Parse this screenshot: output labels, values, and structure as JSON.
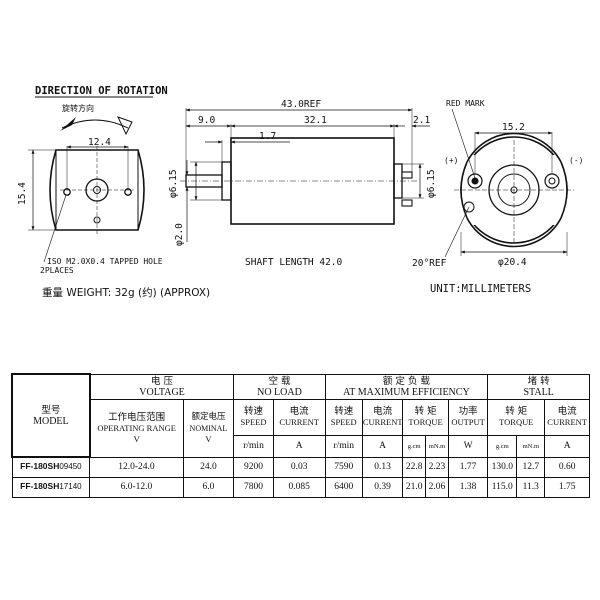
{
  "drawing": {
    "rotation_title": "DIRECTION OF ROTATION",
    "rotation_title_cn": "旋转方向",
    "front": {
      "width_dim": "12.4",
      "height_dim": "15.4",
      "hole_note": "ISO M2.0X0.4 TAPPED HOLE",
      "hole_places": "2PLACES"
    },
    "side": {
      "overall": "43.0REF",
      "shaft_ext": "9.0",
      "body_len": "32.1",
      "terminal": "2.1",
      "boss": "1.7",
      "boss_dia": "φ6.15",
      "shaft_dia": "φ2.0",
      "bearing_dia": "φ6.15",
      "shaft_note": "SHAFT LENGTH 42.0"
    },
    "rear": {
      "red_mark": "RED MARK",
      "width_dim": "15.2",
      "plus": "(+)",
      "minus": "(-)",
      "angle": "20°REF",
      "dia": "φ20.4"
    },
    "weight": "重量 WEIGHT: 32g (约) (APPROX)",
    "units": "UNIT:MILLIMETERS"
  },
  "table": {
    "headers": {
      "model_cn": "型号",
      "model_en": "MODEL",
      "voltage_cn": "电 压",
      "voltage_en": "VOLTAGE",
      "noload_cn": "空 载",
      "noload_en": "NO LOAD",
      "eff_cn": "额 定 负 载",
      "eff_en": "AT MAXIMUM EFFICIENCY",
      "stall_cn": "堵 转",
      "stall_en": "STALL",
      "op_range_cn": "工作电压范围",
      "op_range_en": "OPERATING RANGE",
      "nominal_cn": "额定电压",
      "nominal_en": "NOMINAL",
      "speed_cn": "转速",
      "speed_en": "SPEED",
      "current_cn": "电流",
      "current_en": "CURRENT",
      "torque_cn": "转 矩",
      "torque_en": "TORQUE",
      "power_cn": "功率",
      "power_en": "OUTPUT"
    },
    "units": {
      "v1": "V",
      "v2": "V",
      "nl_speed": "r/min",
      "nl_current": "A",
      "me_speed": "r/min",
      "me_current": "A",
      "me_torque_g": "g.cm",
      "me_torque_mn": "mN.m",
      "me_power": "W",
      "st_torque_g": "g.cm",
      "st_torque_mn": "mN.m",
      "st_current": "A"
    },
    "rows": [
      {
        "model_b": "FF-180SH",
        "model_s": "09450",
        "op_range": "12.0-24.0",
        "nominal": "24.0",
        "nl_speed": "9200",
        "nl_current": "0.03",
        "me_speed": "7590",
        "me_current": "0.13",
        "me_torque_g": "22.8",
        "me_torque_mn": "2.23",
        "me_power": "1.77",
        "st_torque_g": "130.0",
        "st_torque_mn": "12.7",
        "st_current": "0.60"
      },
      {
        "model_b": "FF-180SH",
        "model_s": "17140",
        "op_range": "6.0-12.0",
        "nominal": "6.0",
        "nl_speed": "7800",
        "nl_current": "0.085",
        "me_speed": "6400",
        "me_current": "0.39",
        "me_torque_g": "21.0",
        "me_torque_mn": "2.06",
        "me_power": "1.38",
        "st_torque_g": "115.0",
        "st_torque_mn": "11.3",
        "st_current": "1.75"
      }
    ]
  }
}
